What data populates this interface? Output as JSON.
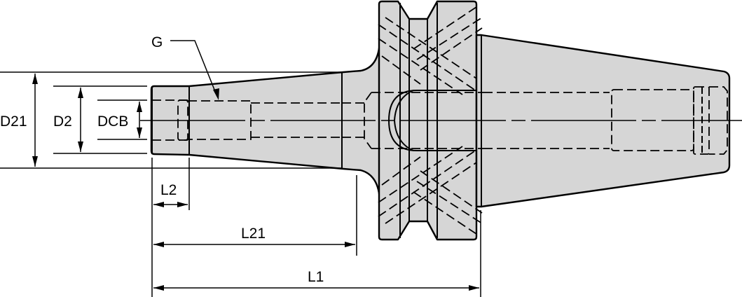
{
  "drawing": {
    "title": "Tool holder (steep taper shank) dimension drawing",
    "labels": {
      "G": "G",
      "D21": "D21",
      "D2": "D2",
      "DCB": "DCB",
      "L2": "L2",
      "L21": "L21",
      "L1": "L1"
    },
    "colors": {
      "body_fill": "#d6d6d6",
      "line": "#000000",
      "background": "#ffffff"
    }
  }
}
